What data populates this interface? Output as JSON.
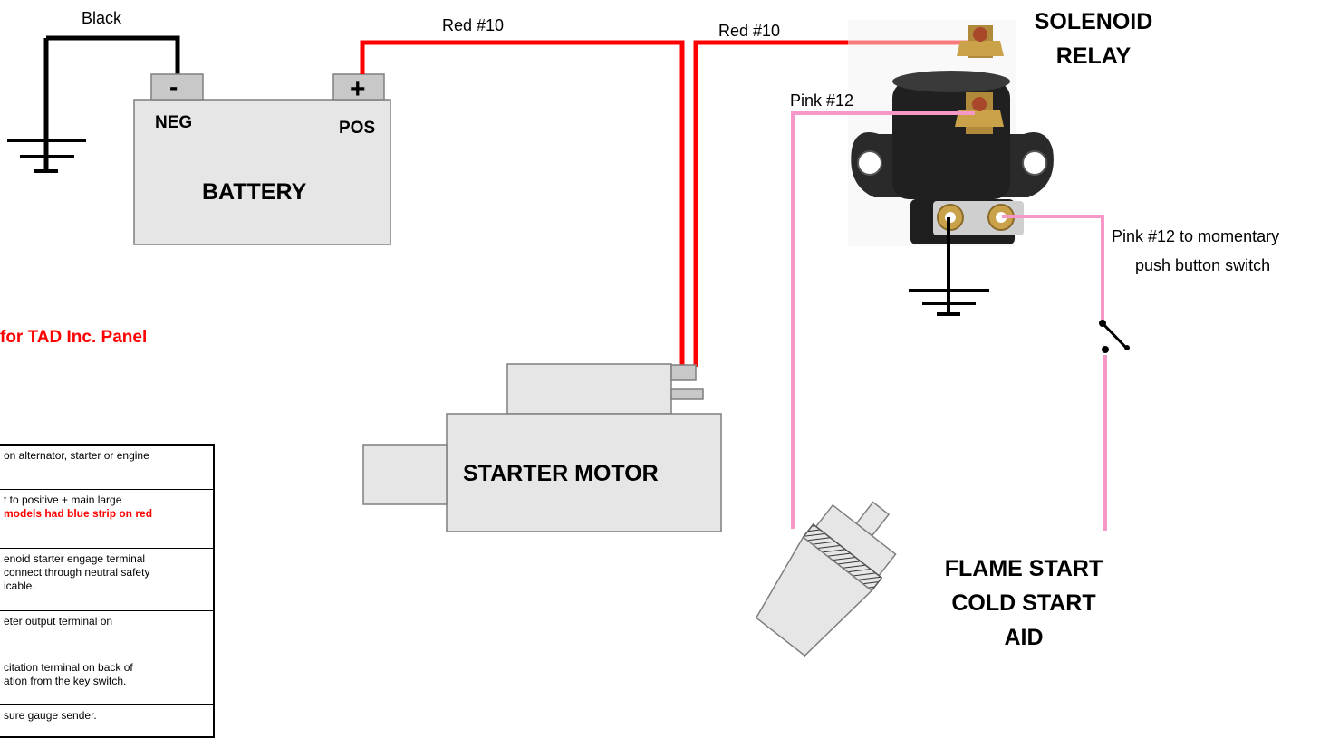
{
  "wires": {
    "black": "Black",
    "red_battery": "Red #10",
    "red_solenoid": "Red #10",
    "pink_top": "Pink #12",
    "pink_switch_line1": "Pink #12 to momentary",
    "pink_switch_line2": "push button switch"
  },
  "battery": {
    "label": "BATTERY",
    "neg_symbol": "-",
    "pos_symbol": "+",
    "neg_label": "NEG",
    "pos_label": "POS"
  },
  "solenoid": {
    "line1": "SOLENOID",
    "line2": "RELAY"
  },
  "starter": {
    "label": "STARTER MOTOR"
  },
  "flame": {
    "line1": "FLAME START",
    "line2": "COLD START",
    "line3": "AID"
  },
  "panel_title": "for TAD Inc. Panel",
  "legend_rows": [
    {
      "text": "on alternator, starter or engine",
      "red": ""
    },
    {
      "text": "t to positive + main large",
      "red": "models had blue strip on red"
    },
    {
      "text": "enoid starter engage terminal\n connect through neutral safety\nicable.",
      "red": ""
    },
    {
      "text": "eter output terminal on",
      "red": ""
    },
    {
      "text": "citation terminal on back of\nation from the key switch.",
      "red": ""
    },
    {
      "text": "sure gauge sender.",
      "red": ""
    }
  ],
  "colors": {
    "red_wire": "#ff0000",
    "pink_wire": "#f598c8",
    "black_wire": "#000000",
    "battery_fill": "#e6e6e6",
    "terminal_fill": "#c8c8c8"
  }
}
